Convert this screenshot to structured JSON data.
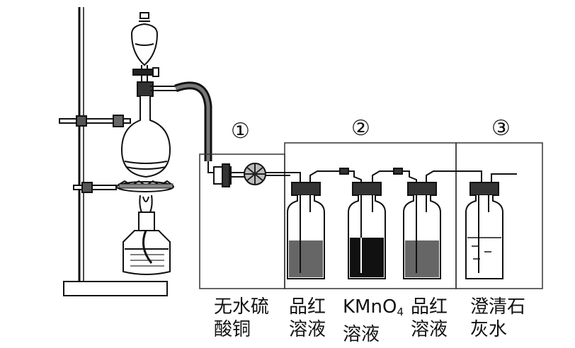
{
  "markers": {
    "m1": "①",
    "m2": "②",
    "m3": "③"
  },
  "labels": {
    "cuso4_line1": "无水硫",
    "cuso4_line2": "酸铜",
    "pinhong1_line1": "品红",
    "pinhong1_line2": "溶液",
    "kmno4_main": "KMnO",
    "kmno4_sub": "4",
    "kmno4_line2": "溶液",
    "pinhong2_line1": "品红",
    "pinhong2_line2": "溶液",
    "limewater_line1": "澄清石",
    "limewater_line2": "灰水"
  }
}
